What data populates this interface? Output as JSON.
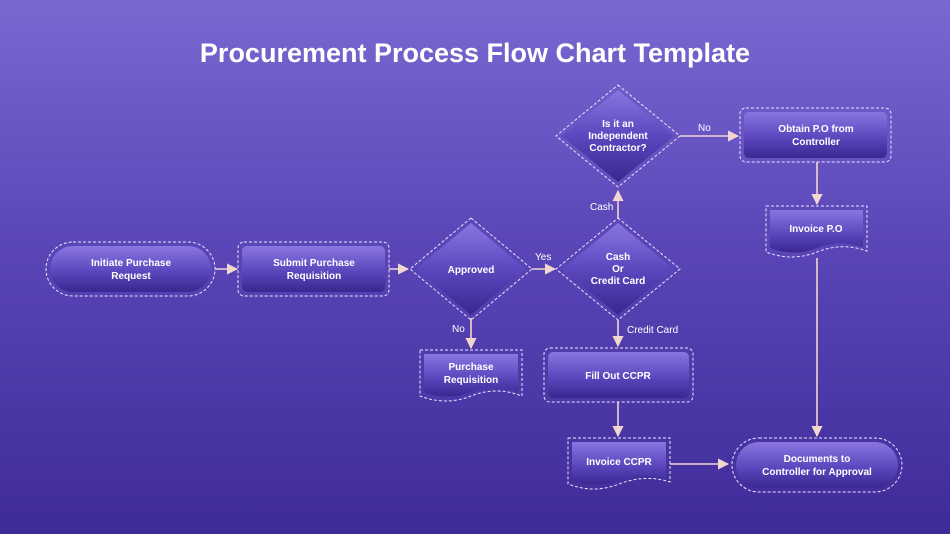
{
  "title": "Procurement Process Flow Chart Template",
  "colors": {
    "background_top": "#7a68d1",
    "background_bottom": "#3f2b98",
    "box_top": "#8a76e0",
    "box_bottom": "#3a2790",
    "arrow": "#f2d6d0",
    "text": "#ffffff"
  },
  "nodes": {
    "initiate": [
      "Initiate Purchase",
      "Request"
    ],
    "submit": [
      "Submit Purchase",
      "Requisition"
    ],
    "approved": [
      "Approved"
    ],
    "purchase_req": [
      "Purchase",
      "Requisition"
    ],
    "cash_or_card": [
      "Cash",
      "Or",
      "Credit Card"
    ],
    "independent": [
      "Is it an",
      "Independent",
      "Contractor?"
    ],
    "obtain_po": [
      "Obtain P.O from",
      "Controller"
    ],
    "invoice_po": [
      "Invoice P.O"
    ],
    "fill_ccpr": [
      "Fill Out CCPR"
    ],
    "invoice_ccpr": [
      "Invoice CCPR"
    ],
    "documents": [
      "Documents to",
      "Controller for Approval"
    ]
  },
  "edge_labels": {
    "yes": "Yes",
    "no_approved": "No",
    "cash": "Cash",
    "credit_card": "Credit Card",
    "no_contractor": "No"
  }
}
